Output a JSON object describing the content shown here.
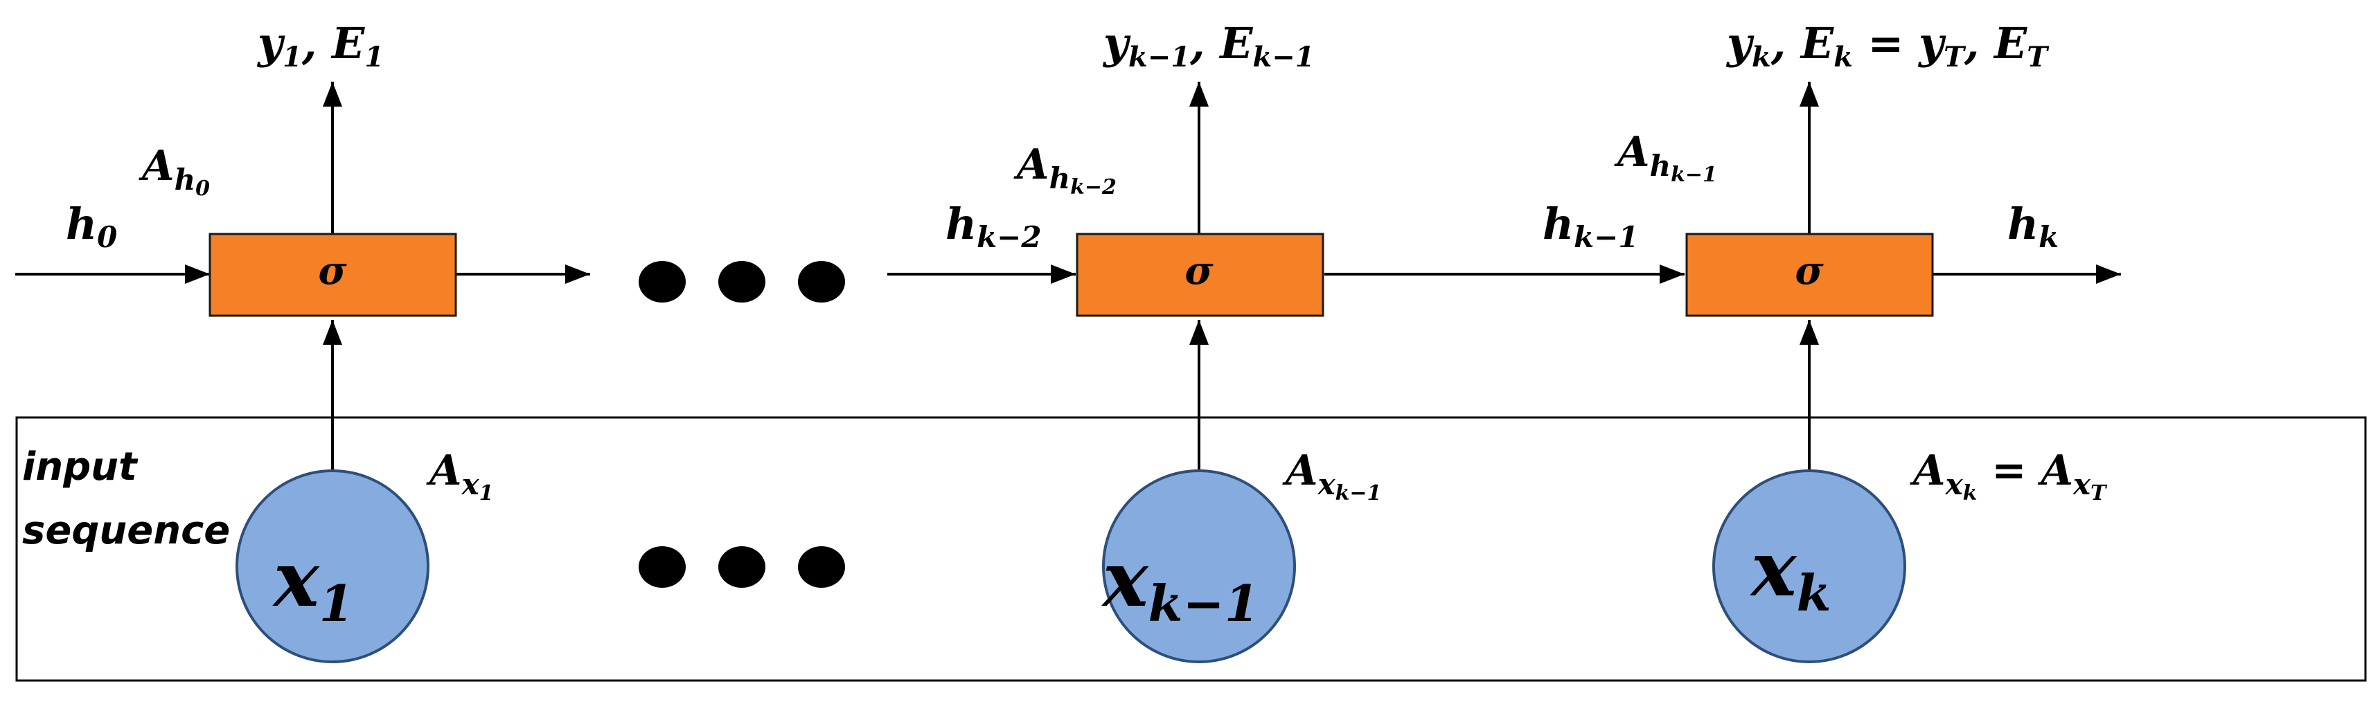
{
  "colors": {
    "cell_fill": "#F58025",
    "cell_stroke": "#1a1a1a",
    "input_fill": "#86ABDF",
    "input_stroke": "#2E4F7A",
    "line": "#000000",
    "dot": "#000000"
  },
  "sequence_box": {
    "label_line1": "input",
    "label_line2": "sequence"
  },
  "cells": [
    {
      "activation": "σ",
      "output": {
        "main": "y",
        "sub": "1",
        "sep": ", ",
        "main2": "E",
        "sub2": "1"
      },
      "hidden_in": {
        "main": "h",
        "sub": "0"
      },
      "hidden_weight": {
        "main": "A",
        "sub": "h",
        "subsub": "0"
      },
      "input": {
        "main": "x",
        "sub": "1"
      },
      "input_weight": {
        "main": "A",
        "sub": "x",
        "subsub": "1"
      }
    },
    {
      "activation": "σ",
      "output": {
        "main": "y",
        "sub": "k−1",
        "sep": ", ",
        "main2": "E",
        "sub2": "k−1"
      },
      "hidden_in": {
        "main": "h",
        "sub": "k−2"
      },
      "hidden_weight": {
        "main": "A",
        "sub": "h",
        "subsub": "k−2"
      },
      "input": {
        "main": "x",
        "sub": "k−1"
      },
      "input_weight": {
        "main": "A",
        "sub": "x",
        "subsub": "k−1"
      }
    },
    {
      "activation": "σ",
      "output": {
        "main": "y",
        "sub": "k",
        "sep": ", ",
        "main2": "E",
        "sub2": "k",
        "eq": " = ",
        "main3": "y",
        "sub3": "T",
        "sep2": ", ",
        "main4": "E",
        "sub4": "T"
      },
      "hidden_in": {
        "main": "h",
        "sub": "k−1"
      },
      "hidden_weight": {
        "main": "A",
        "sub": "h",
        "subsub": "k−1"
      },
      "hidden_out": {
        "main": "h",
        "sub": "k"
      },
      "input": {
        "main": "x",
        "sub": "k"
      },
      "input_weight": {
        "main": "A",
        "sub": "x",
        "subsub": "k",
        "eq": " = ",
        "main2": "A",
        "sub2": "x",
        "subsub2": "T"
      }
    }
  ],
  "ellipsis_rows": [
    {
      "dots": 3
    },
    {
      "dots": 3
    }
  ]
}
